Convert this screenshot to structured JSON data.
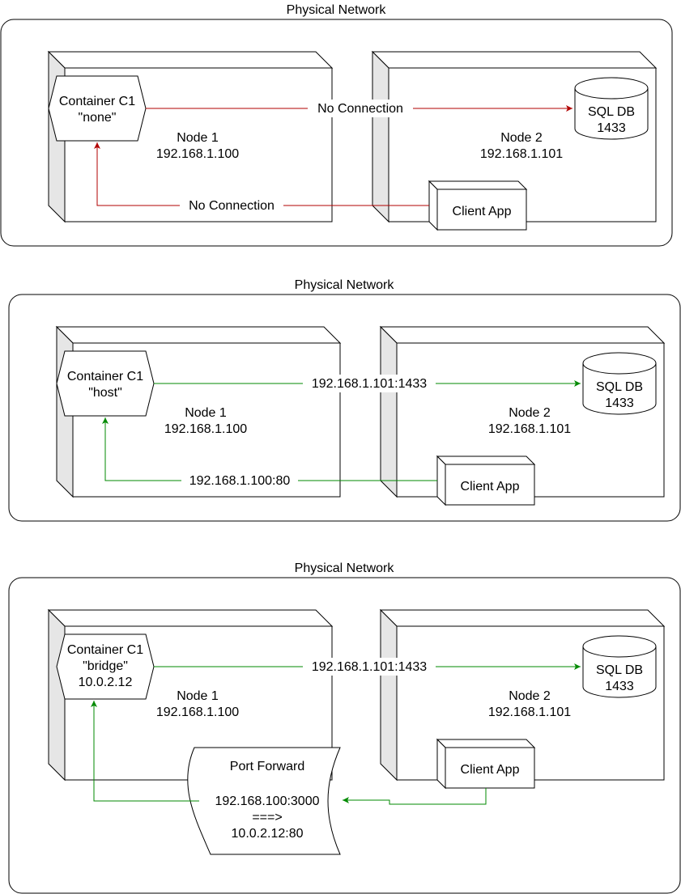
{
  "colors": {
    "red": "#b20000",
    "green": "#008a00",
    "side_face": "#e6e6e6",
    "stroke": "#000000"
  },
  "diagrams": [
    {
      "network_label": "Physical Network",
      "node1": {
        "name": "Node 1",
        "ip": "192.168.1.100"
      },
      "node2": {
        "name": "Node 2",
        "ip": "192.168.1.101"
      },
      "container": {
        "line1": "Container C1",
        "line2": "\"none\"",
        "line3": ""
      },
      "db": {
        "line1": "SQL DB",
        "line2": "1433"
      },
      "client": "Client App",
      "link_to_db": "No Connection",
      "link_from_client": "No Connection",
      "status": "blocked"
    },
    {
      "network_label": "Physical Network",
      "node1": {
        "name": "Node 1",
        "ip": "192.168.1.100"
      },
      "node2": {
        "name": "Node 2",
        "ip": "192.168.1.101"
      },
      "container": {
        "line1": "Container C1",
        "line2": "\"host\"",
        "line3": ""
      },
      "db": {
        "line1": "SQL DB",
        "line2": "1433"
      },
      "client": "Client App",
      "link_to_db": "192.168.1.101:1433",
      "link_from_client": "192.168.1.100:80",
      "status": "connected"
    },
    {
      "network_label": "Physical Network",
      "node1": {
        "name": "Node 1",
        "ip": "192.168.1.100"
      },
      "node2": {
        "name": "Node 2",
        "ip": "192.168.1.101"
      },
      "container": {
        "line1": "Container C1",
        "line2": "\"bridge\"",
        "line3": "10.0.2.12"
      },
      "db": {
        "line1": "SQL DB",
        "line2": "1433"
      },
      "client": "Client App",
      "link_to_db": "192.168.1.101:1433",
      "link_from_client": "",
      "port_forward": {
        "title": "Port Forward",
        "line1": "192.168.100:3000",
        "line2": "===>",
        "line3": "10.0.2.12:80"
      },
      "status": "connected"
    }
  ]
}
